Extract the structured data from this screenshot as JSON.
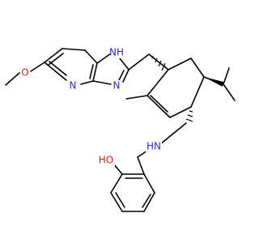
{
  "molecule": {
    "atom_labels": {
      "nh_imidazole": "NH",
      "n_pyridine": "N",
      "n_imidazole": "N",
      "o_methoxy": "O",
      "nh_amine": "HN",
      "oh_phenol": "HO"
    },
    "colors": {
      "nitrogen": "#2b2bd6",
      "oxygen": "#e02020",
      "carbon": "#000000"
    }
  }
}
